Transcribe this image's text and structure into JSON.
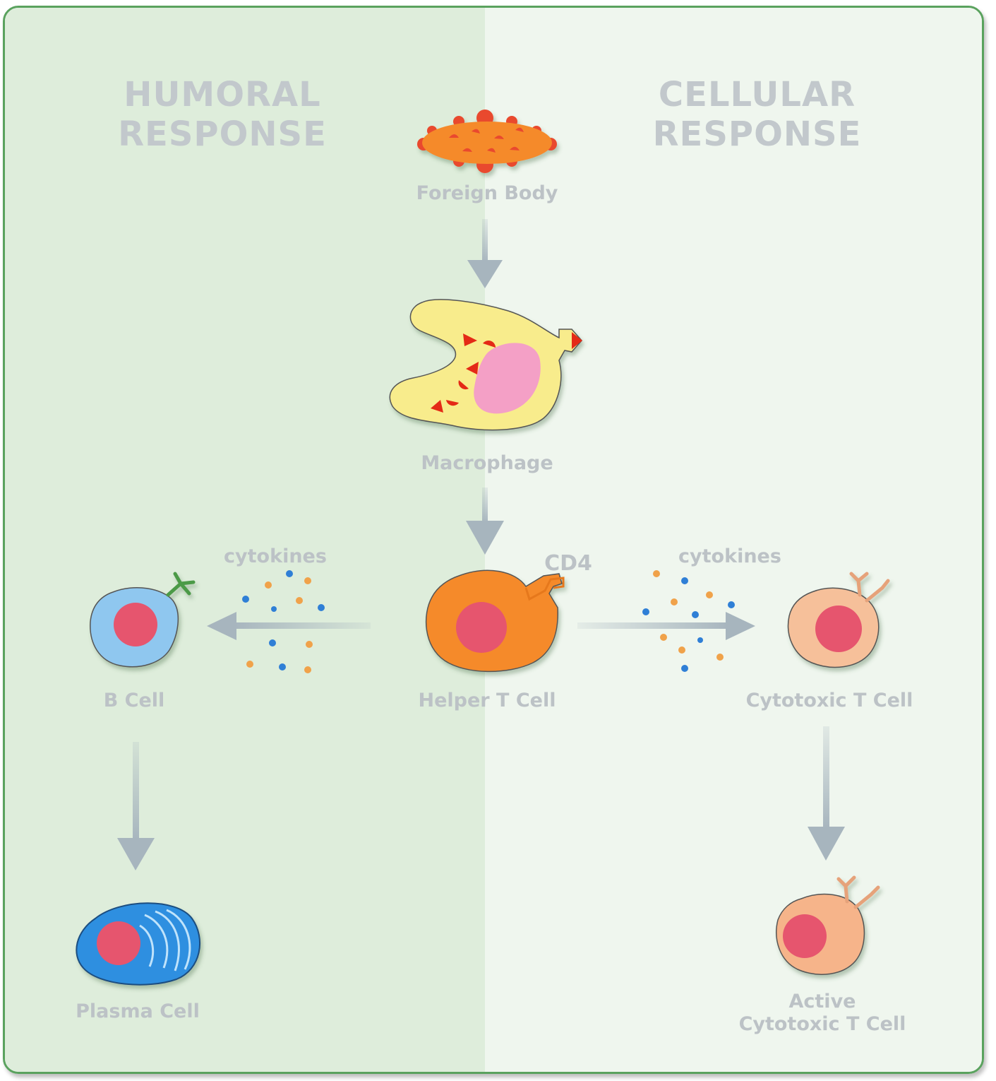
{
  "sections": {
    "humoral": {
      "line1": "HUMORAL",
      "line2": "RESPONSE"
    },
    "cellular": {
      "line1": "CELLULAR",
      "line2": "RESPONSE"
    }
  },
  "labels": {
    "foreign_body": "Foreign Body",
    "macrophage": "Macrophage",
    "helper_t": "Helper T Cell",
    "cd4": "CD4",
    "b_cell": "B Cell",
    "cytotoxic_t": "Cytotoxic T Cell",
    "plasma_cell": "Plasma Cell",
    "active_cytotoxic_line1": "Active",
    "active_cytotoxic_line2": "Cytotoxic T Cell",
    "cytokines_left": "cytokines",
    "cytokines_right": "cytokines"
  },
  "colors": {
    "frame_border": "#5aa25e",
    "humoral_bg": "#deeddb",
    "cellular_bg": "#eff6ee",
    "arrow": "#a7b5be",
    "label_text": "#bcc2c6",
    "nucleus": "#e6556e"
  }
}
